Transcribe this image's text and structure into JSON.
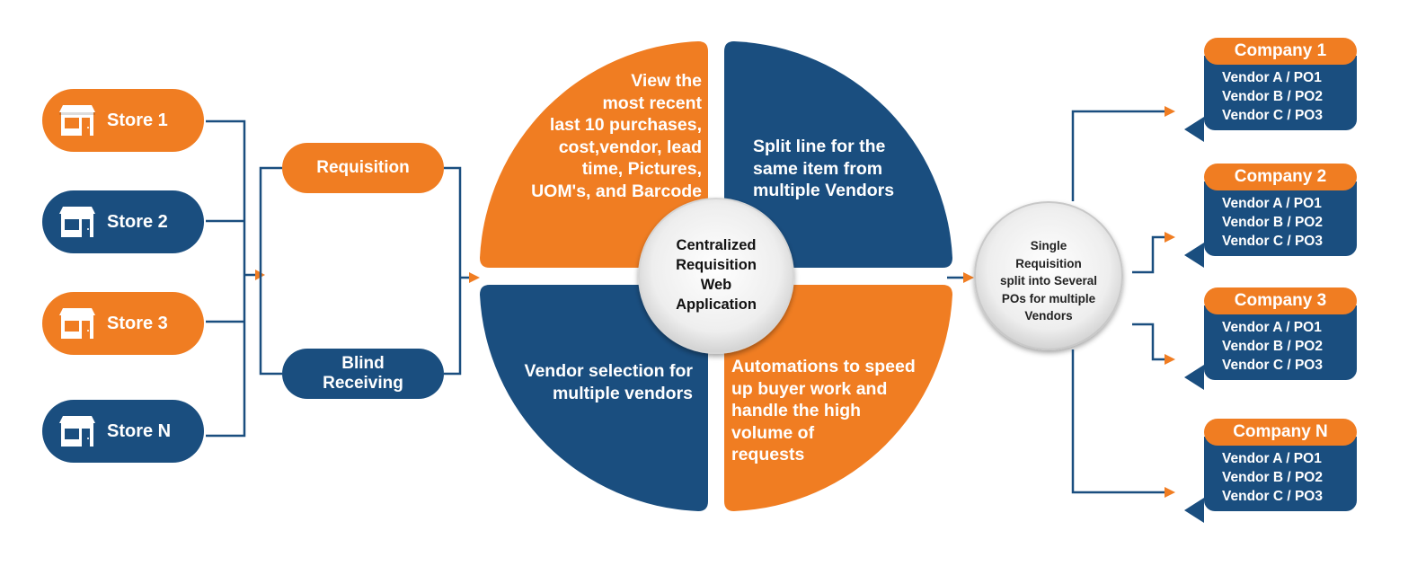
{
  "stores": [
    {
      "label": "Store 1",
      "color": "#f07d22",
      "icon": "storefront-icon"
    },
    {
      "label": "Store 2",
      "color": "#1a4e7f",
      "icon": "storefront-icon"
    },
    {
      "label": "Store 3",
      "color": "#f07d22",
      "icon": "storefront-icon"
    },
    {
      "label": "Store N",
      "color": "#1a4e7f",
      "icon": "storefront-icon"
    }
  ],
  "processes": {
    "requisition": "Requisition",
    "blind_receiving_line1": "Blind",
    "blind_receiving_line2": "Receiving"
  },
  "wheel": {
    "center_lines": [
      "Centralized",
      "Requisition",
      "Web",
      "Application"
    ],
    "top_left_lines": [
      "View the",
      "most recent",
      "last 10 purchases,",
      "cost,vendor, lead",
      "time, Pictures,",
      "UOM's, and Barcode"
    ],
    "top_right_lines": [
      "Split line for the",
      "same item from",
      "multiple Vendors"
    ],
    "bottom_left_lines": [
      "Vendor selection for",
      "multiple vendors"
    ],
    "bottom_right_lines": [
      "Automations to speed",
      "up buyer work and",
      "handle the high",
      "volume of",
      "requests"
    ]
  },
  "split": {
    "lines": [
      "Single",
      "Requisition",
      "split into Several",
      "POs for multiple",
      "Vendors"
    ]
  },
  "companies": [
    {
      "name": "Company 1",
      "rows": [
        "Vendor A / PO1",
        "Vendor B / PO2",
        "Vendor C / PO3"
      ]
    },
    {
      "name": "Company 2",
      "rows": [
        "Vendor A / PO1",
        "Vendor B / PO2",
        "Vendor C / PO3"
      ]
    },
    {
      "name": "Company 3",
      "rows": [
        "Vendor A / PO1",
        "Vendor B / PO2",
        "Vendor C / PO3"
      ]
    },
    {
      "name": "Company N",
      "rows": [
        "Vendor A / PO1",
        "Vendor B / PO2",
        "Vendor C / PO3"
      ]
    }
  ],
  "colors": {
    "orange": "#f07d22",
    "blue": "#1a4e7f",
    "connector": "#1a4e7f",
    "arrow": "#f07d22"
  }
}
